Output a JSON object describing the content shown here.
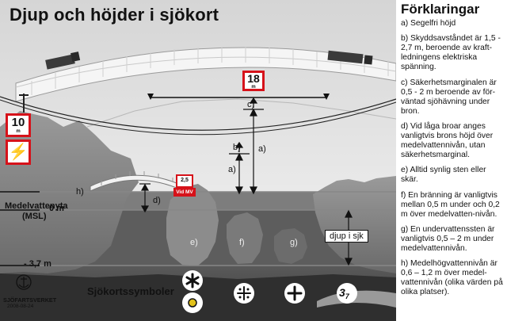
{
  "title": "Djup och höjder i sjökort",
  "legend": {
    "heading": "Förklaringar",
    "items": [
      "a) Segelfri höjd",
      "b) Skyddsavståndet är 1,5 - 2,7 m, beroende av kraft-ledningens elektriska spänning.",
      "c) Säkerhetsmarginalen är 0,5 - 2 m beroende av för-väntad sjöhävning under bron.",
      "d) Vid låga broar anges vanligtvis brons höjd över medelvattennivån, utan säkerhetsmarginal.",
      "e) Alltid synlig sten eller skär.",
      "f) En bränning är vanligtvis mellan 0,5 m under och 0,2 m över medelvatten-nivån.",
      "g) En undervattenssten är vanligtvis 0,5 – 2 m under medelvattennivån.",
      "h) Medelhögvattennivån är 0,6 – 1,2 m över medel-vattennivån (olika värden på olika platser)."
    ]
  },
  "levels": {
    "h": "h)",
    "mean_water_label": "Medelvattenyta",
    "msl": "(MSL)",
    "zero": "0 m",
    "depth_value": "- 3,7 m"
  },
  "signs": {
    "bridge_height": "18",
    "bridge_unit": "m",
    "cable_height": "10",
    "cable_unit": "m",
    "low_bridge_value": "2,5",
    "low_bridge_note": "Vid MV"
  },
  "markers": {
    "a_upper": "a)",
    "a_lower": "a)",
    "b": "b)",
    "c": "c)",
    "d": "d)",
    "e": "e)",
    "f": "f)",
    "g": "g)",
    "depth_box": "djup i sjk"
  },
  "symbols": {
    "heading": "Sjökortssymboler",
    "depth_symbol_main": "3",
    "depth_symbol_sub": "7"
  },
  "footer": {
    "org": "SJÖFARTSVERKET",
    "date": "2008-08-24"
  },
  "colors": {
    "sky": "#e9e9e9",
    "rock": "#8a8a8a",
    "water_band": "#6f6f6f",
    "deep": "#4a4a4a",
    "signal_red": "#d6121a"
  }
}
